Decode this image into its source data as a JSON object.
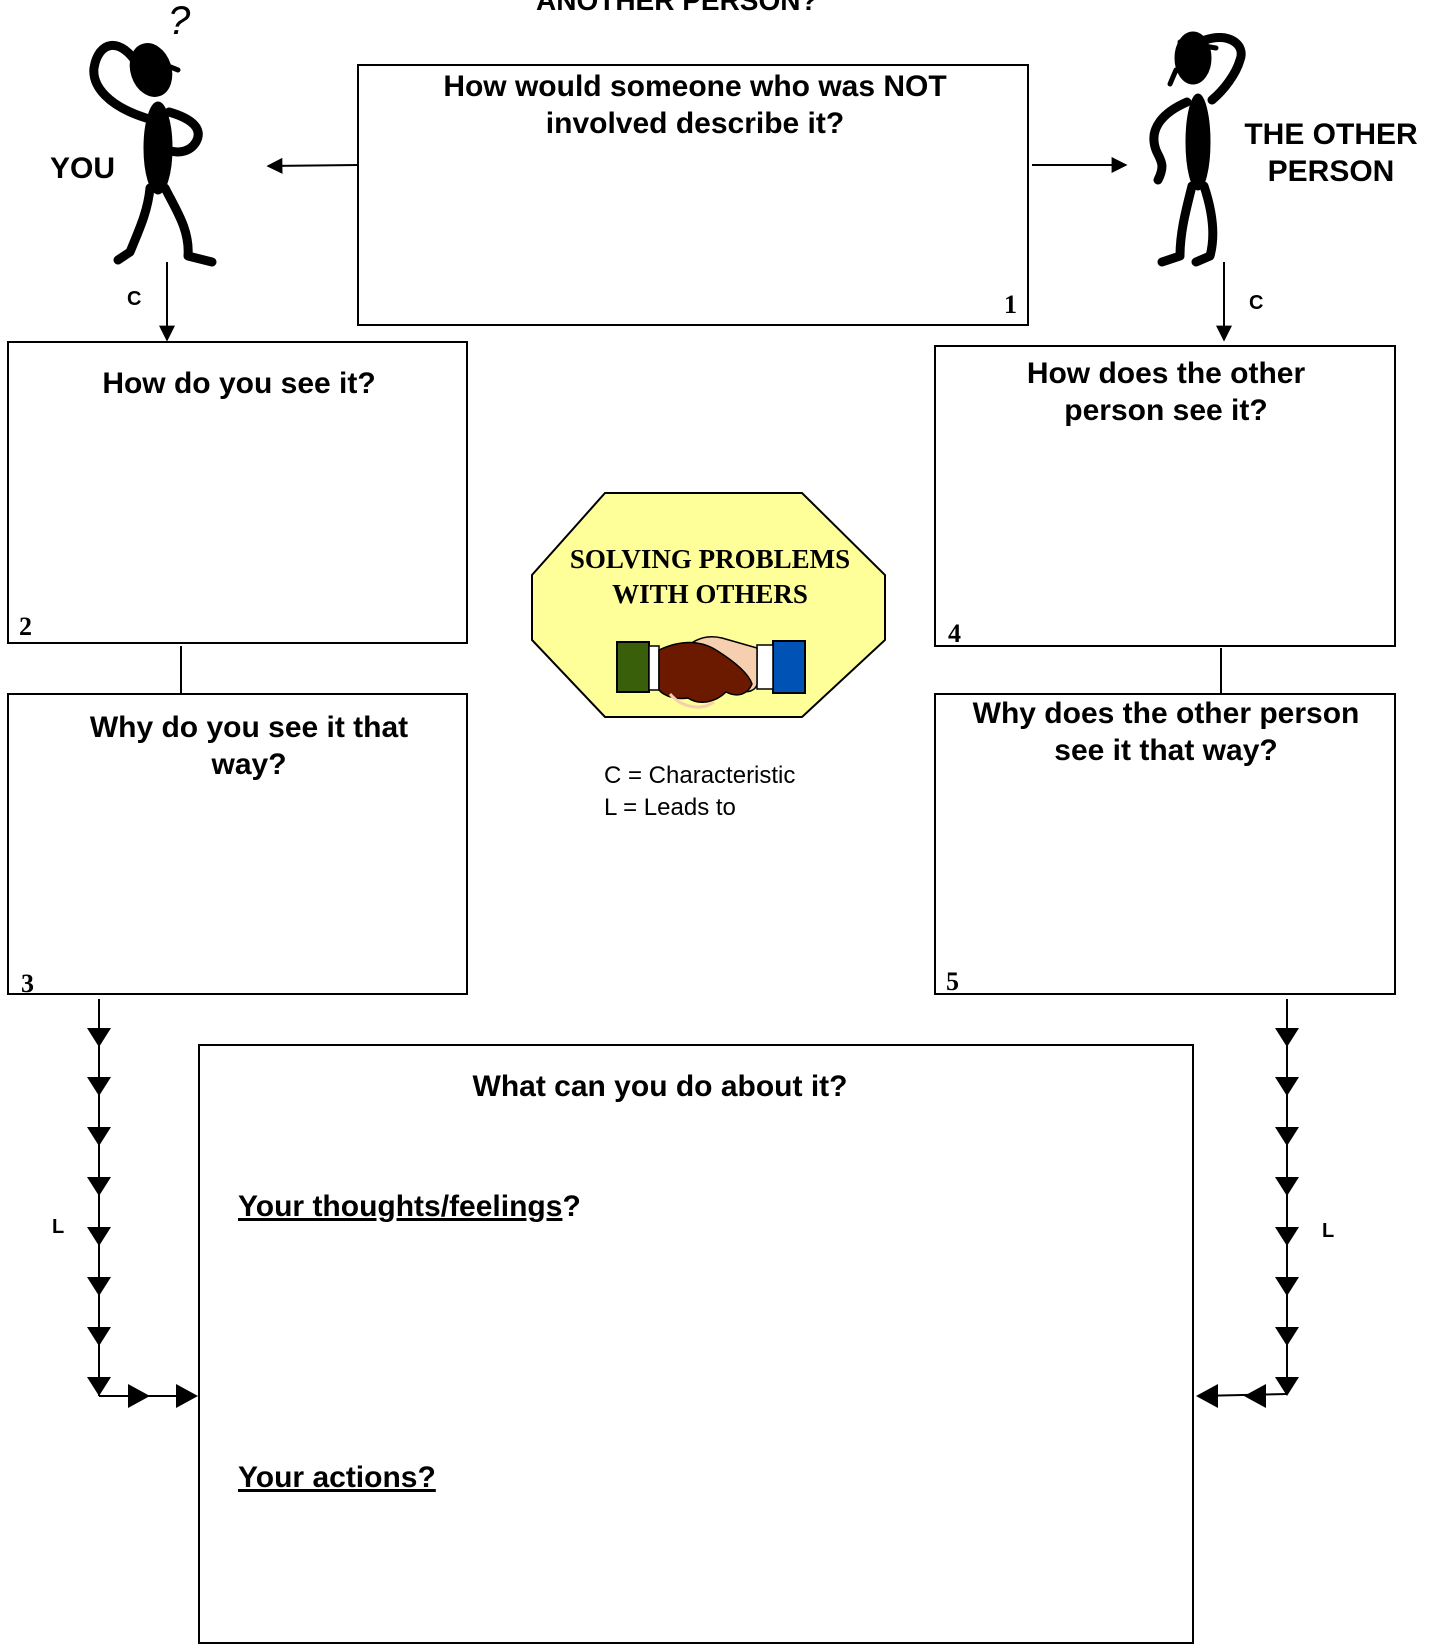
{
  "header": {
    "title_fragment": "ANOTHER PERSON?"
  },
  "figures": {
    "you_label": "YOU",
    "you_question_mark": "?",
    "other_label_line1": "THE OTHER",
    "other_label_line2": "PERSON"
  },
  "boxes": {
    "box1": {
      "question": "How would someone who was NOT involved describe it?",
      "number": "1"
    },
    "box2": {
      "question": "How do you see it?",
      "number": "2"
    },
    "box3": {
      "question": "Why do you see it that way?",
      "number": "3"
    },
    "box4": {
      "question": "How does the other person see it?",
      "number": "4"
    },
    "box5": {
      "question": "Why does the other person see it that way?",
      "number": "5"
    },
    "action_box": {
      "question": "What can you do about it?",
      "thoughts_label": "Your thoughts/feelings",
      "thoughts_suffix": "?",
      "actions_label": "Your actions?"
    }
  },
  "badge": {
    "line1": "SOLVING PROBLEMS",
    "line2": "WITH OTHERS",
    "fill": "#ffff99"
  },
  "connector_labels": {
    "c_left": "C",
    "c_right": "C",
    "l_left": "L",
    "l_right": "L"
  },
  "legend": {
    "line1": "C = Characteristic",
    "line2": "L = Leads to"
  },
  "colors": {
    "sleeve_left": "#3a5f0b",
    "sleeve_right": "#0052b4",
    "hand_dark": "#6b1a00",
    "hand_light": "#f5cfb0"
  }
}
